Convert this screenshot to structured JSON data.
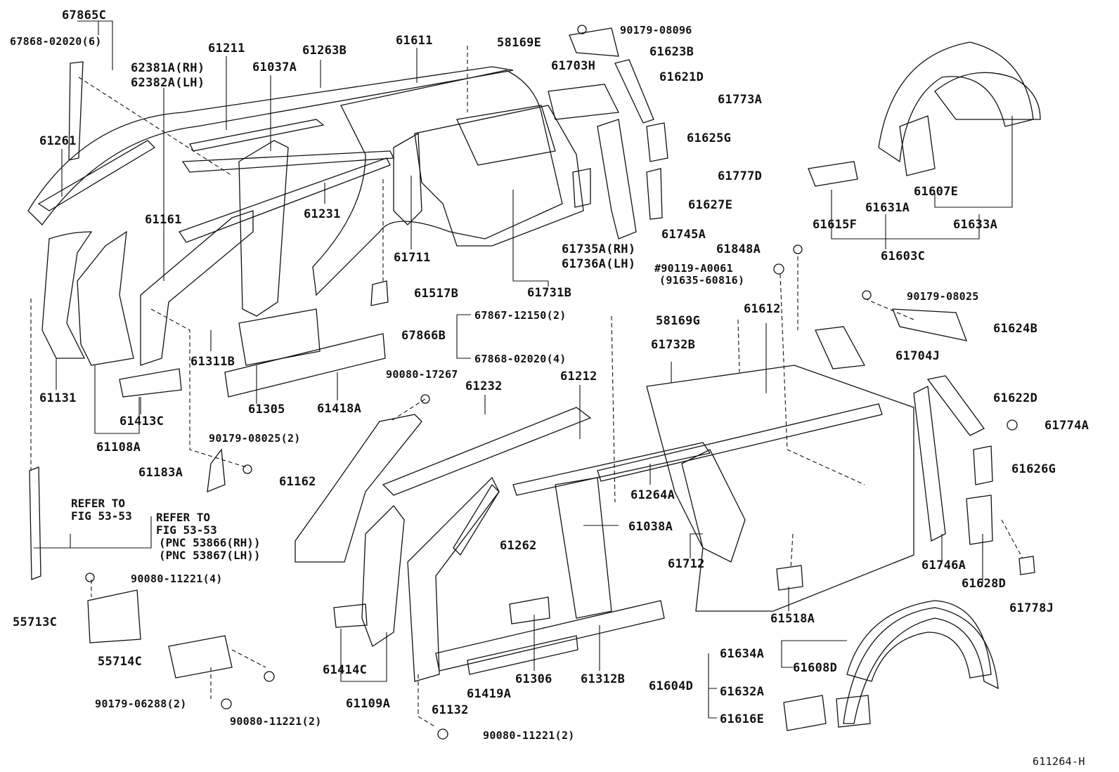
{
  "labels": [
    {
      "id": "l1",
      "text": "67865C"
    },
    {
      "id": "l2",
      "text": "67868-02020(6)"
    },
    {
      "id": "l3",
      "text": "61211"
    },
    {
      "id": "l4",
      "text": "61263B"
    },
    {
      "id": "l5",
      "text": "61611"
    },
    {
      "id": "l6",
      "text": "58169E"
    },
    {
      "id": "l7",
      "text": "90179-08096"
    },
    {
      "id": "l8",
      "text": "61623B"
    },
    {
      "id": "l9",
      "text": "62381A(RH)"
    },
    {
      "id": "l10",
      "text": "62382A(LH)"
    },
    {
      "id": "l11",
      "text": "61037A"
    },
    {
      "id": "l12",
      "text": "61703H"
    },
    {
      "id": "l13",
      "text": "61621D"
    },
    {
      "id": "l14",
      "text": "61773A"
    },
    {
      "id": "l15",
      "text": "61261"
    },
    {
      "id": "l16",
      "text": "61625G"
    },
    {
      "id": "l17",
      "text": "61777D"
    },
    {
      "id": "l18",
      "text": "61627E"
    },
    {
      "id": "l19",
      "text": "61745A"
    },
    {
      "id": "l20",
      "text": "61161"
    },
    {
      "id": "l21",
      "text": "61231"
    },
    {
      "id": "l22",
      "text": "61711"
    },
    {
      "id": "l23",
      "text": "61735A(RH)"
    },
    {
      "id": "l24",
      "text": "61736A(LH)"
    },
    {
      "id": "l25",
      "text": "61731B"
    },
    {
      "id": "l26",
      "text": "61517B"
    },
    {
      "id": "l27",
      "text": "61848A"
    },
    {
      "id": "l28",
      "text": "#90119-A0061"
    },
    {
      "id": "l29",
      "text": "(91635-60816)"
    },
    {
      "id": "l30",
      "text": "61607E"
    },
    {
      "id": "l31",
      "text": "61631A"
    },
    {
      "id": "l32",
      "text": "61615F"
    },
    {
      "id": "l33",
      "text": "61633A"
    },
    {
      "id": "l34",
      "text": "61603C"
    },
    {
      "id": "l35",
      "text": "61311B"
    },
    {
      "id": "l36",
      "text": "67867-12150(2)"
    },
    {
      "id": "l37",
      "text": "67866B"
    },
    {
      "id": "l38",
      "text": "67868-02020(4)"
    },
    {
      "id": "l39",
      "text": "58169G"
    },
    {
      "id": "l40",
      "text": "61612"
    },
    {
      "id": "l41",
      "text": "90179-08025"
    },
    {
      "id": "l42",
      "text": "61624B"
    },
    {
      "id": "l43",
      "text": "61732B"
    },
    {
      "id": "l44",
      "text": "61704J"
    },
    {
      "id": "l45",
      "text": "61131"
    },
    {
      "id": "l46",
      "text": "61305"
    },
    {
      "id": "l47",
      "text": "61418A"
    },
    {
      "id": "l48",
      "text": "90080-17267"
    },
    {
      "id": "l49",
      "text": "61232"
    },
    {
      "id": "l50",
      "text": "61212"
    },
    {
      "id": "l51",
      "text": "61622D"
    },
    {
      "id": "l52",
      "text": "61413C"
    },
    {
      "id": "l53",
      "text": "61108A"
    },
    {
      "id": "l54",
      "text": "90179-08025(2)"
    },
    {
      "id": "l55",
      "text": "61774A"
    },
    {
      "id": "l56",
      "text": "61183A"
    },
    {
      "id": "l57",
      "text": "61162"
    },
    {
      "id": "l58",
      "text": "61626G"
    },
    {
      "id": "l59",
      "text": "61264A"
    },
    {
      "id": "l60",
      "text": "61038A"
    },
    {
      "id": "l61",
      "text": "61262"
    },
    {
      "id": "l62",
      "text": "61712"
    },
    {
      "id": "l63",
      "text": "61746A"
    },
    {
      "id": "l64",
      "text": "61628D"
    },
    {
      "id": "l65",
      "text": "90080-11221(4)"
    },
    {
      "id": "l66",
      "text": "61778J"
    },
    {
      "id": "l67",
      "text": "55713C"
    },
    {
      "id": "l68",
      "text": "61518A"
    },
    {
      "id": "l69",
      "text": "55714C"
    },
    {
      "id": "l70",
      "text": "61414C"
    },
    {
      "id": "l71",
      "text": "61306"
    },
    {
      "id": "l72",
      "text": "61312B"
    },
    {
      "id": "l73",
      "text": "61634A"
    },
    {
      "id": "l74",
      "text": "61608D"
    },
    {
      "id": "l75",
      "text": "61604D"
    },
    {
      "id": "l76",
      "text": "61109A"
    },
    {
      "id": "l77",
      "text": "61419A"
    },
    {
      "id": "l78",
      "text": "61632A"
    },
    {
      "id": "l79",
      "text": "90179-06288(2)"
    },
    {
      "id": "l80",
      "text": "61132"
    },
    {
      "id": "l81",
      "text": "61616E"
    },
    {
      "id": "l82",
      "text": "90080-11221(2)"
    },
    {
      "id": "l83",
      "text": "90080-11221(2)"
    }
  ],
  "references": {
    "refer_a_line1": "REFER TO",
    "refer_a_line2": "FIG 53-53",
    "refer_b_line1": "REFER TO",
    "refer_b_line2": "FIG 53-53",
    "refer_b_line3": "(PNC 53866(RH))",
    "refer_b_line4": "(PNC 53867(LH))"
  },
  "diagram_id": "611264-H"
}
